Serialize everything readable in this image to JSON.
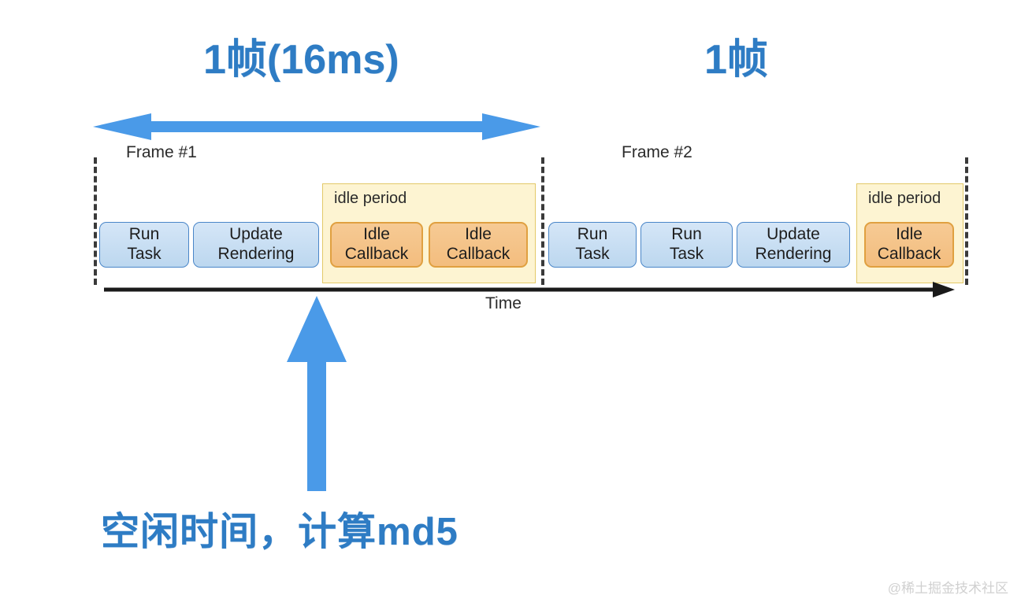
{
  "titles": {
    "frame1": "1帧(16ms)",
    "frame2": "1帧"
  },
  "frames": [
    {
      "label": "Frame #1",
      "blocks": [
        {
          "line1": "Run",
          "line2": "Task",
          "kind": "task"
        },
        {
          "line1": "Update",
          "line2": "Rendering",
          "kind": "task"
        }
      ],
      "idle_period": {
        "label": "idle period",
        "callbacks": [
          {
            "line1": "Idle",
            "line2": "Callback"
          },
          {
            "line1": "Idle",
            "line2": "Callback"
          }
        ]
      }
    },
    {
      "label": "Frame #2",
      "blocks": [
        {
          "line1": "Run",
          "line2": "Task",
          "kind": "task"
        },
        {
          "line1": "Run",
          "line2": "Task",
          "kind": "task"
        },
        {
          "line1": "Update",
          "line2": "Rendering",
          "kind": "task"
        }
      ],
      "idle_period": {
        "label": "idle period",
        "callbacks": [
          {
            "line1": "Idle",
            "line2": "Callback"
          }
        ]
      }
    }
  ],
  "axis": {
    "label": "Time"
  },
  "caption": "空闲时间，计算md5",
  "watermark": "@稀土掘金技术社区",
  "colors": {
    "accent_blue": "#2E7CC4",
    "arrow_blue": "#4a9ae8",
    "task_fill": "#c5ddf2",
    "task_border": "#4a86c8",
    "idle_period_fill": "#fdf4d2",
    "idle_period_border": "#e3c968",
    "idle_callback_fill": "#f4c184",
    "idle_callback_border": "#e0a040",
    "axis_black": "#1a1a1a",
    "divider_dash": "#3a3a3a",
    "watermark_gray": "#d0d0d0"
  }
}
